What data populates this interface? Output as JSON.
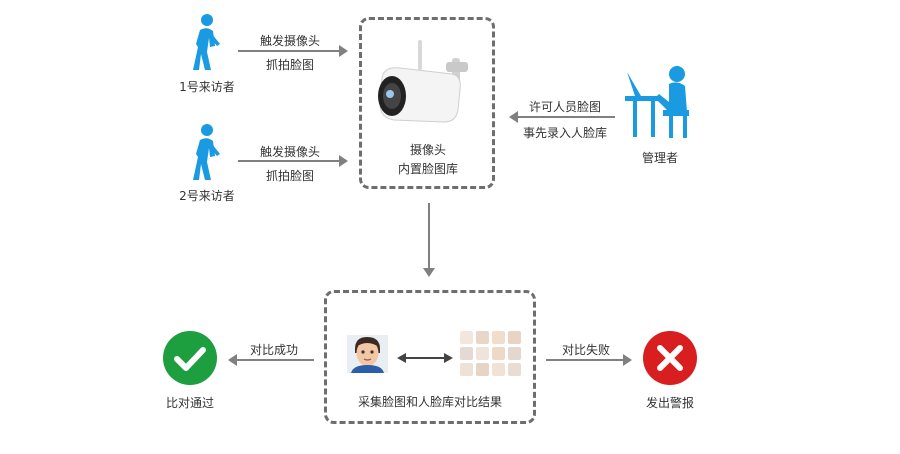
{
  "visitors": [
    {
      "label": "1号来访者",
      "arrow_top": "触发摄像头",
      "arrow_bottom": "抓拍脸图"
    },
    {
      "label": "2号来访者",
      "arrow_top": "触发摄像头",
      "arrow_bottom": "抓拍脸图"
    }
  ],
  "camera": {
    "line1": "摄像头",
    "line2": "内置脸图库"
  },
  "admin": {
    "label": "管理者",
    "arrow_top": "许可人员脸图",
    "arrow_bottom": "事先录入人脸库"
  },
  "compare": {
    "caption": "采集脸图和人脸库对比结果"
  },
  "success": {
    "arrow_label": "对比成功",
    "label": "比对通过",
    "color": "#1d9e3f"
  },
  "failure": {
    "arrow_label": "对比失败",
    "label": "发出警报",
    "color": "#d81e1e"
  },
  "colors": {
    "icon_blue": "#1a9ae0",
    "arrow_gray": "#808080",
    "border_gray": "#6e6e6e"
  }
}
